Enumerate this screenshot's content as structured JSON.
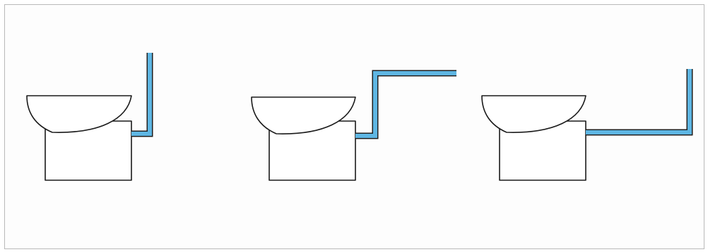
{
  "diagram": {
    "panels": [
      {
        "fixture": "toilet",
        "pipe_outlet": "vertical"
      },
      {
        "fixture": "toilet",
        "pipe_outlet": "vertical-then-horizontal"
      },
      {
        "fixture": "toilet",
        "pipe_outlet": "horizontal-then-vertical"
      }
    ],
    "colors": {
      "pipe": "#5eb6e3",
      "outline": "#1a1a1a",
      "frame": "#b9b9b9"
    }
  }
}
